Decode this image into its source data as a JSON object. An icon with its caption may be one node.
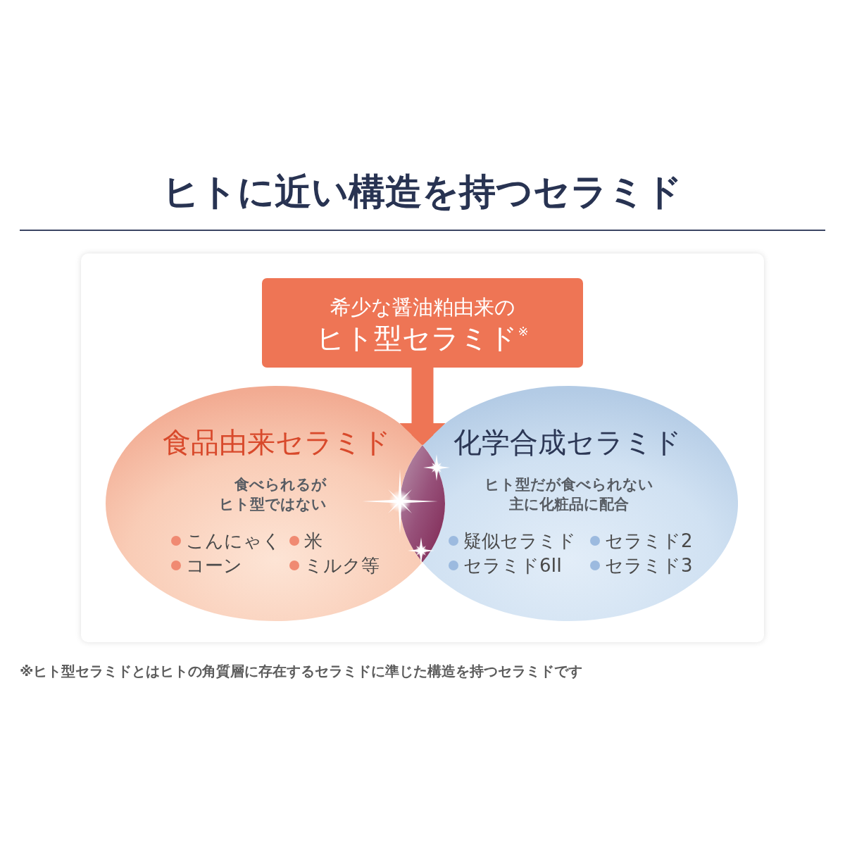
{
  "diagram": {
    "title": "ヒトに近い構造を持つセラミド",
    "caption": "※ヒト型セラミドとはヒトの角質層に存在するセラミドに準じた構造を持つセラミドです",
    "nodes": [
      {
        "text": [
          "希少な醤油粕由来の",
          "ヒト型セラミド$^{※}$"
        ]
      },
      {
        "text": [
          "食品由来セラミド",
          "食べられるがヒト型ではない",
          "こんにゃく",
          "米",
          "コーン",
          "ミルク等"
        ]
      },
      {
        "text": [
          "化学合成セラミド",
          "ヒト型だが食べられない主に化粧品に配合",
          "疑似セラミド",
          "セラミド2",
          "セラミド6II",
          "セラミド3"
        ]
      },
      {
        "text": [],
        "shape": "lens"
      }
    ],
    "edges": [
      {
        "from": 0,
        "to": 3,
        "arrow": "to"
      }
    ]
  }
}
